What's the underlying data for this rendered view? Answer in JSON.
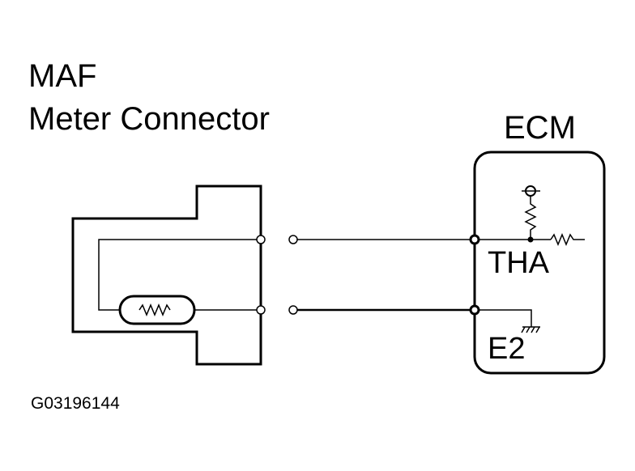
{
  "labels": {
    "maf_line1": "MAF",
    "maf_line2": "Meter Connector",
    "ecm": "ECM",
    "tha": "THA",
    "e2": "E2",
    "figure_code": "G03196144"
  },
  "colors": {
    "line": "#000000",
    "background": "#ffffff"
  }
}
